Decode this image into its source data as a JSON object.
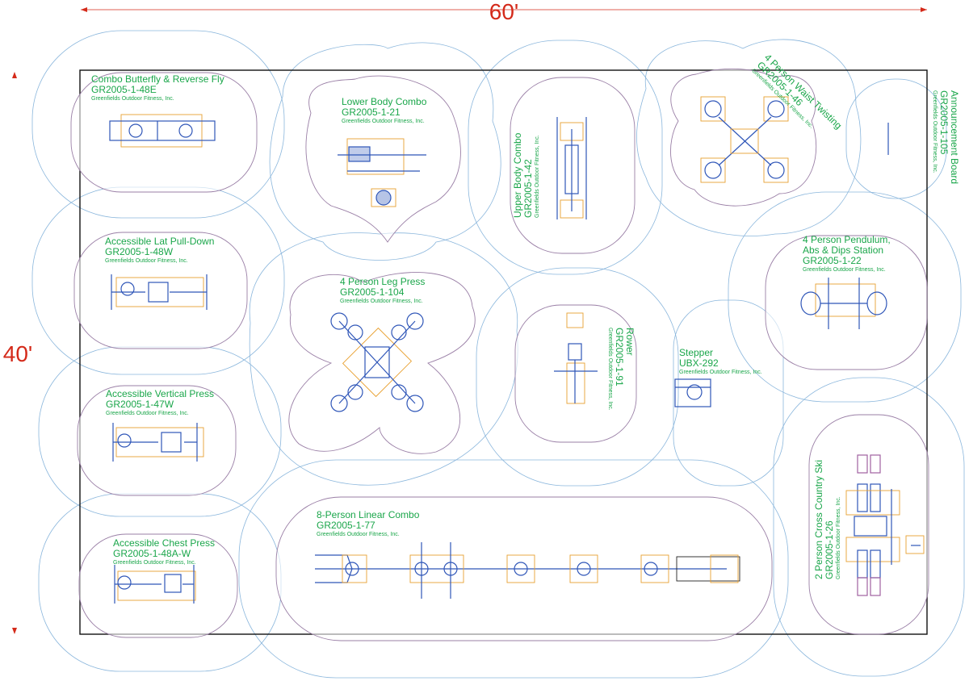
{
  "dimensions": {
    "width_label": "60'",
    "height_label": "40'"
  },
  "colors": {
    "label": "#1aa64a",
    "dimension": "#d42a1a",
    "zone_outline": "#7fb0d8",
    "pad_outline": "#a07aa8",
    "equipment": "#2f56b8",
    "footing": "#e8a030",
    "boundary": "#111111"
  },
  "manufacturer": "Greenfields Outdoor Fitness, Inc.",
  "stations": [
    {
      "name": "Combo Butterfly & Reverse Fly",
      "code": "GR2005-1-48E",
      "maker": "Greenfields Outdoor Fitness, Inc."
    },
    {
      "name": "Lower Body Combo",
      "code": "GR2005-1-21",
      "maker": "Greenfields Outdoor Fitness, Inc."
    },
    {
      "name": "Upper Body Combo",
      "code": "GR2005-1-42",
      "maker": "Greenfields Outdoor Fitness, Inc."
    },
    {
      "name": "4 Person Waist Twisting",
      "code": "GR2005-1-46",
      "maker": "Greenfields Outdoor Fitness, Inc."
    },
    {
      "name": "Announcement Board",
      "code": "GR2005-1-105",
      "maker": "Greenfields Outdoor Fitness, Inc."
    },
    {
      "name": "Accessible Lat Pull-Down",
      "code": "GR2005-1-48W",
      "maker": "Greenfields Outdoor Fitness, Inc."
    },
    {
      "name": "4 Person Leg Press",
      "code": "GR2005-1-104",
      "maker": "Greenfields Outdoor Fitness, Inc."
    },
    {
      "name": "Rower",
      "code": "GR2005-1-91",
      "maker": "Greenfields Outdoor Fitness, Inc."
    },
    {
      "name": "Stepper",
      "code": "UBX-292",
      "maker": "Greenfields Outdoor Fitness, Inc."
    },
    {
      "name_lines": [
        "4 Person Pendulum,",
        "Abs & Dips Station"
      ],
      "code": "GR2005-1-22",
      "maker": "Greenfields Outdoor Fitness, Inc."
    },
    {
      "name": "Accessible Vertical Press",
      "code": "GR2005-1-47W",
      "maker": "Greenfields Outdoor Fitness, Inc."
    },
    {
      "name": "8-Person Linear Combo",
      "code": "GR2005-1-77",
      "maker": "Greenfields Outdoor Fitness, Inc."
    },
    {
      "name": "2 Person Cross Country Ski",
      "code": "GR2005-1-26",
      "maker": "Greenfields Outdoor Fitness, Inc."
    },
    {
      "name": "Accessible Chest Press",
      "code": "GR2005-1-48A-W",
      "maker": "Greenfields Outdoor Fitness, Inc."
    }
  ]
}
